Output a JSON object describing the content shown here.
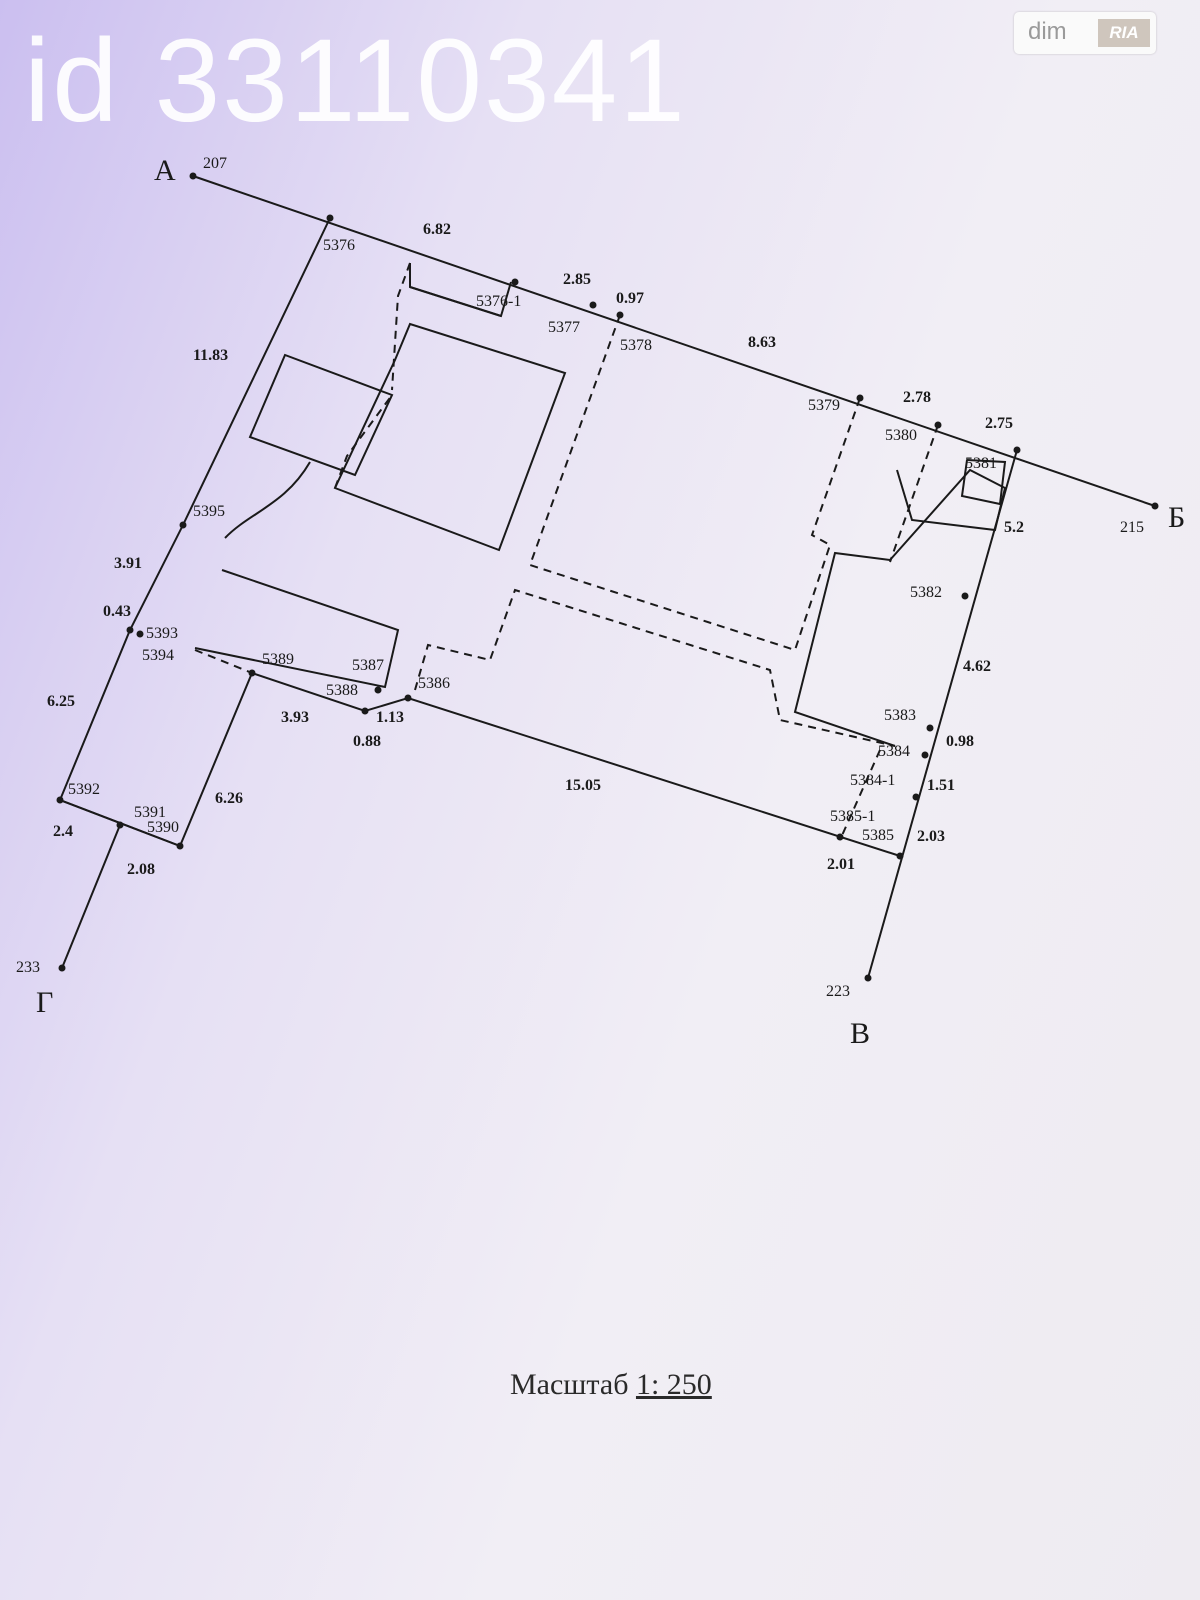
{
  "watermark": {
    "id_text": "id 33110341"
  },
  "logo": {
    "dim": "dim",
    "ria": "RIA"
  },
  "corners": {
    "A": "А",
    "B": "Б",
    "V": "В",
    "G": "Г"
  },
  "outer_points": {
    "p207": "207",
    "p215": "215",
    "p223": "223",
    "p233": "233"
  },
  "points": {
    "p5376": "5376",
    "p5376_1": "5376-1",
    "p5377": "5377",
    "p5378": "5378",
    "p5379": "5379",
    "p5380": "5380",
    "p5381": "5381",
    "p5382": "5382",
    "p5383": "5383",
    "p5384": "5384",
    "p5384_1": "5384-1",
    "p5385_1": "5385-1",
    "p5385": "5385",
    "p5386": "5386",
    "p5387": "5387",
    "p5388": "5388",
    "p5389": "5389",
    "p5390": "5390",
    "p5391": "5391",
    "p5392": "5392",
    "p5393": "5393",
    "p5394": "5394",
    "p5395": "5395"
  },
  "dimensions": {
    "d6_82": "6.82",
    "d2_85": "2.85",
    "d0_97": "0.97",
    "d8_63": "8.63",
    "d2_78": "2.78",
    "d2_75": "2.75",
    "d5_2": "5.2",
    "d4_62": "4.62",
    "d0_98": "0.98",
    "d1_51": "1.51",
    "d2_03": "2.03",
    "d2_01": "2.01",
    "d15_05": "15.05",
    "d1_13": "1.13",
    "d0_88": "0.88",
    "d3_93": "3.93",
    "d6_26": "6.26",
    "d2_08": "2.08",
    "d2_4": "2.4",
    "d6_25": "6.25",
    "d0_43": "0.43",
    "d3_91": "3.91",
    "d11_83": "11.83"
  },
  "scale": {
    "prefix": "Масштаб",
    "ratio": "1: 250"
  }
}
